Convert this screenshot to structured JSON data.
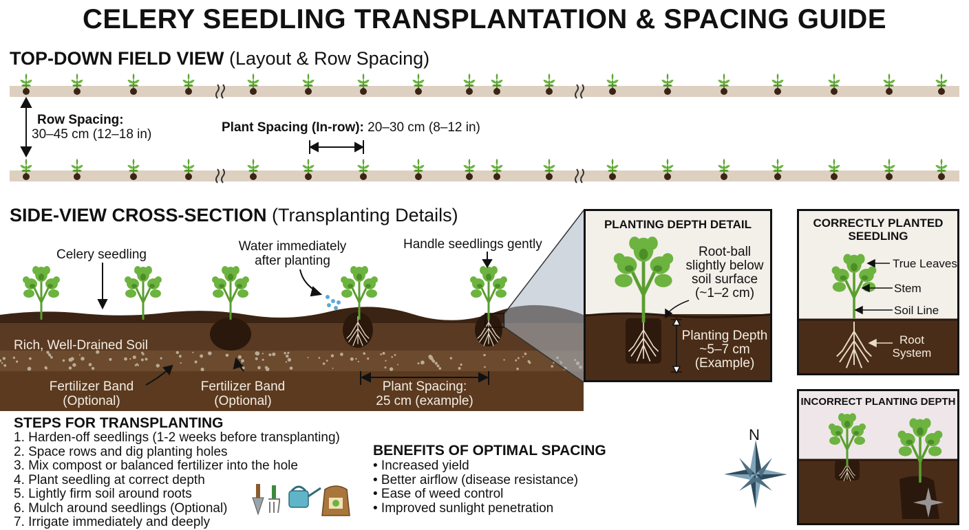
{
  "title": "CELERY SEEDLING TRANSPLANTATION & SPACING GUIDE",
  "top_view": {
    "title_bold": "TOP-DOWN FIELD VIEW",
    "title_normal": "(Layout & Row Spacing)",
    "row_spacing_label": "Row Spacing:",
    "row_spacing_value": "30–45 cm (12–18 in)",
    "plant_spacing_label": "Plant Spacing (In-row):",
    "plant_spacing_value": "20–30 cm (8–12 in)"
  },
  "side_view": {
    "title_bold": "SIDE-VIEW CROSS-SECTION",
    "title_normal": "(Transplanting Details)",
    "celery_seedling": "Celery seedling",
    "water_line1": "Water immediately",
    "water_line2": "after planting",
    "handle": "Handle seedlings gently",
    "soil": "Rich, Well-Drained Soil",
    "fert1_line1": "Fertilizer Band",
    "fert1_line2": "(Optional)",
    "fert2_line1": "Fertilizer Band",
    "fert2_line2": "(Optional)",
    "spacing_line1": "Plant Spacing:",
    "spacing_line2": "25 cm (example)"
  },
  "depth_detail": {
    "title": "PLANTING DEPTH DETAIL",
    "rootball_lines": [
      "Root-ball",
      "slightly below",
      "soil surface",
      "(~1–2 cm)"
    ],
    "depth_lines": [
      "Planting Depth",
      "~5–7 cm",
      "(Example)"
    ]
  },
  "correct": {
    "title_line1": "CORRECTLY PLANTED",
    "title_line2": "SEEDLING",
    "true_leaves": "True Leaves",
    "stem": "Stem",
    "soil_line": "Soil Line",
    "root_line1": "Root",
    "root_line2": "System"
  },
  "incorrect": {
    "title": "INCORRECT PLANTING DEPTH"
  },
  "steps": {
    "heading": "STEPS FOR TRANSPLANTING",
    "items": [
      "1. Harden-off seedlings (1-2 weeks before transplanting)",
      "2. Space rows and dig planting holes",
      "3. Mix compost or balanced fertilizer into the hole",
      "4. Plant seedling at correct depth",
      "5. Lightly firm soil around roots",
      "6. Mulch around seedlings (Optional)",
      "7. Irrigate immediately and deeply"
    ]
  },
  "benefits": {
    "heading": "BENEFITS OF OPTIMAL SPACING",
    "items": [
      "• Increased yield",
      "• Better airflow (disease resistance)",
      "• Ease of weed control",
      "• Improved sunlight penetration"
    ]
  },
  "compass": {
    "north": "N"
  },
  "colors": {
    "soil_dark": "#3b2414",
    "soil_mid": "#5a3a22",
    "soil_light": "#7a5230",
    "leaf": "#6cb33f",
    "leaf_dark": "#3f7a22",
    "row_strip": "#ddd0c0",
    "water": "#5aa8d8",
    "compass": "#2e4a5c"
  },
  "icons": [
    "trowel-icon",
    "hand-fork-icon",
    "watering-can-icon",
    "fertilizer-bag-icon",
    "compass-rose-icon"
  ]
}
